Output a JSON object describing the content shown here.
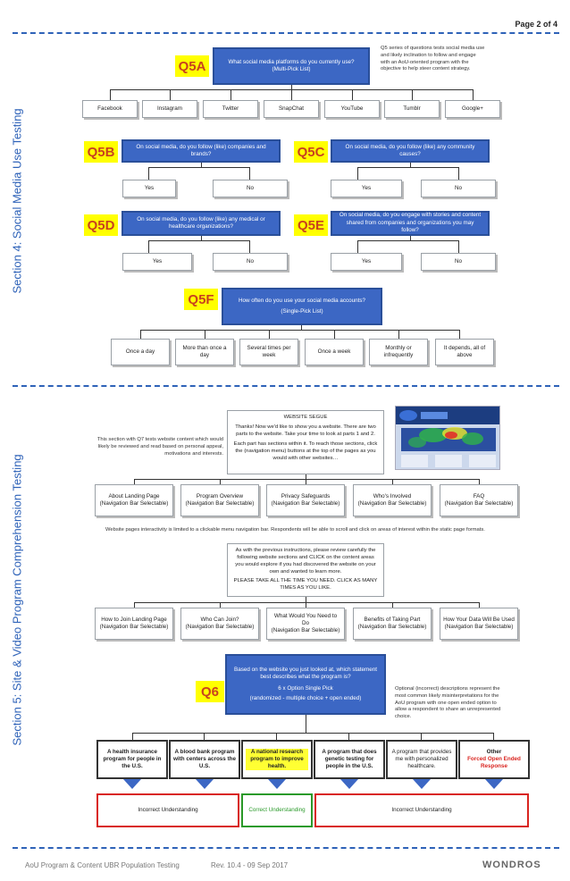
{
  "page_number": "Page 2 of 4",
  "section4": {
    "title": "Section 4: Social Media Use Testing"
  },
  "section5": {
    "title": "Section 5: Site & Video Program Comprehension Testing"
  },
  "q5a": {
    "label": "Q5A",
    "line1": "What social media platforms do you currently use?",
    "line2": "(Multi-Pick List)",
    "note": "Q5 series of questions tests social media use and likely inclination to follow and engage with an AoU-oriented program with the objective to help steer content strategy.",
    "options": [
      "Facebook",
      "Instagram",
      "Twitter",
      "SnapChat",
      "YouTube",
      "Tumblr",
      "Google+"
    ]
  },
  "q5b": {
    "label": "Q5B",
    "text": "On social media, do you follow (like) companies and brands?",
    "yes": "Yes",
    "no": "No"
  },
  "q5c": {
    "label": "Q5C",
    "text": "On social media, do you follow (like) any community causes?",
    "yes": "Yes",
    "no": "No"
  },
  "q5d": {
    "label": "Q5D",
    "text": "On social media, do you follow (like) any medical or healthcare organizations?",
    "yes": "Yes",
    "no": "No"
  },
  "q5e": {
    "label": "Q5E",
    "text": "On social media, do you engage with stories and content shared from companies and organizations you may follow?",
    "yes": "Yes",
    "no": "No"
  },
  "q5f": {
    "label": "Q5F",
    "line1": "How often do you use your social media accounts?",
    "line2": "(Single-Pick List)",
    "options": [
      "Once a day",
      "More than once a day",
      "Several times per week",
      "Once a week",
      "Monthly or infrequently",
      "It depends, all of above"
    ]
  },
  "segue": {
    "left_note": "This section with Q7 tests website content which would likely be reviewed and read based on personal appeal, motivations and interests.",
    "title": "WEBSITE SEGUE",
    "p1": "Thanks! Now we'd like to show you a website. There are two parts to the website. Take your time to look at parts 1 and 2.",
    "p2": "Each part has sections within it. To reach those sections, click the (navigation menu) buttons at the top of the pages as you would with other websites…"
  },
  "nav_row1": [
    {
      "title": "About Landing Page",
      "sub": "(Navigation Bar Selectable)"
    },
    {
      "title": "Program Overview",
      "sub": "(Navigation Bar Selectable)"
    },
    {
      "title": "Privacy Safeguards",
      "sub": "(Navigation Bar Selectable)"
    },
    {
      "title": "Who's Involved",
      "sub": "(Navigation Bar Selectable)"
    },
    {
      "title": "FAQ",
      "sub": "(Navigation Bar Selectable)"
    }
  ],
  "interactivity_note": "Website pages interactivity is limited to a clickable menu navigation bar. Respondents will be able to scroll and click on areas of interest within the static page formats.",
  "instructions": {
    "p1": "As with the previous instructions, please review carefully the following website sections and CLICK on the content areas you would explore if you had discovered the website on your own and wanted to learn more.",
    "p2": "PLEASE TAKE ALL THE TIME YOU NEED. CLICK AS MANY TIMES AS YOU LIKE."
  },
  "nav_row2": [
    {
      "title": "How to Join Landing Page",
      "sub": "(Navigation Bar Selectable)"
    },
    {
      "title": "Who Can Join?",
      "sub": "(Navigation Bar Selectable)"
    },
    {
      "title": "What Would You Need to Do",
      "sub": "(Navigation Bar Selectable)"
    },
    {
      "title": "Benefits of Taking Part",
      "sub": "(Navigation Bar Selectable)"
    },
    {
      "title": "How Your Data Will Be Used",
      "sub": "(Navigation Bar Selectable)"
    }
  ],
  "q6": {
    "label": "Q6",
    "line1": "Based on the website you just looked at, which statement best describes what the program is?",
    "line2": "6 x Option Single Pick",
    "line3": "(randomized - multiple choice + open ended)",
    "note": "Optional (incorrect) descriptions represent the most common likely misinterpretations for the AoU program with one open ended option to allow a respondent to share an unrepresented choice.",
    "options": [
      "A health insurance program for people in the U.S.",
      "A blood bank program with centers across the U.S.",
      "A national research program to improve health.",
      "A program that does genetic testing for people in the U.S.",
      "A program that provides me with personalized healthcare.",
      "Other"
    ],
    "other_sub": "Forced Open Ended Response",
    "result_incorrect": "Incorrect Understanding",
    "result_correct": "Correct Understanding",
    "colors": {
      "incorrect": "#d9241f",
      "correct": "#2a9a2a",
      "arrow": "#3c67c4"
    }
  },
  "footer": {
    "left": "AoU Program & Content UBR Population Testing",
    "mid": "Rev. 10.4 -  09 Sep 2017",
    "brand": "WONDROS"
  }
}
